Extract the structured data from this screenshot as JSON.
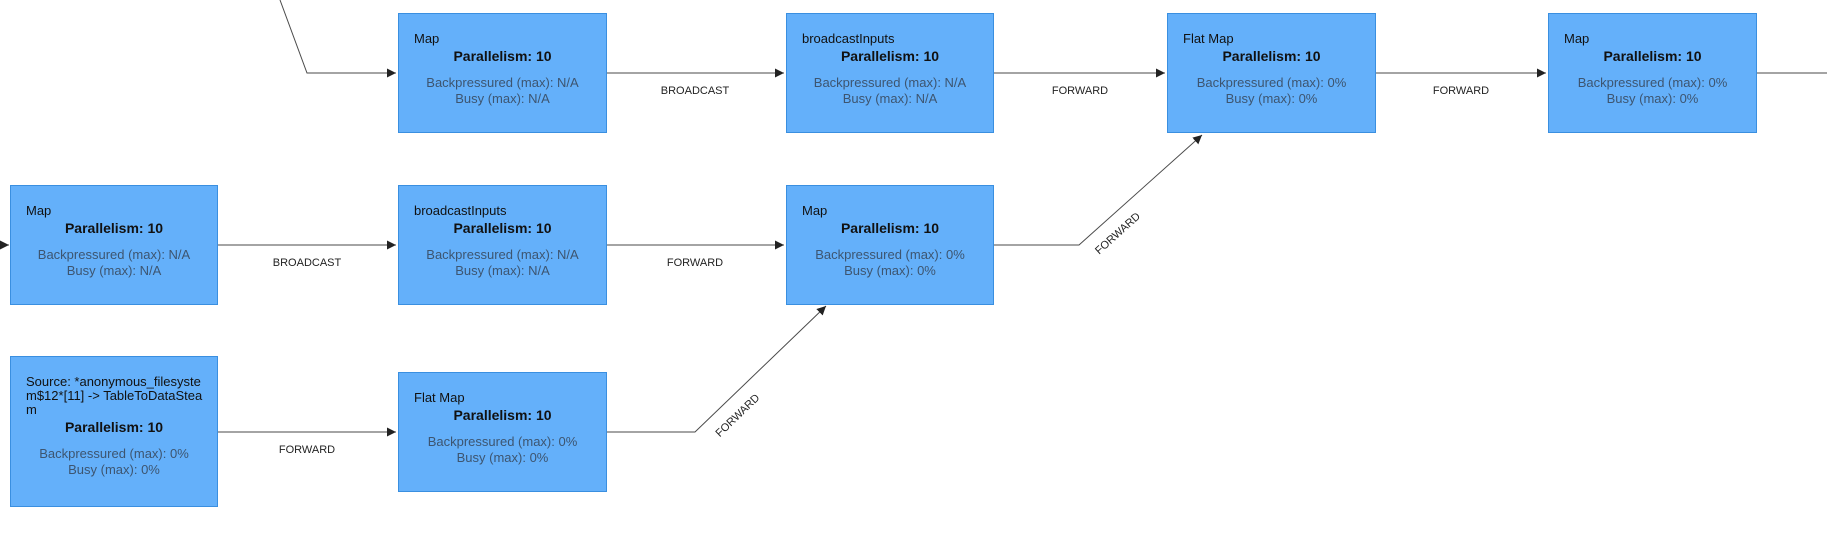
{
  "graph": {
    "background": "#ffffff",
    "node_fill": "#64b0fa",
    "node_border": "#3a8fe0",
    "edge_color": "#4a4a4a",
    "nodes": [
      {
        "id": "n1",
        "title": "Map",
        "parallelism": "Parallelism: 10",
        "backpressured": "Backpressured (max): N/A",
        "busy": "Busy (max): N/A"
      },
      {
        "id": "n2",
        "title": "broadcastInputs",
        "parallelism": "Parallelism: 10",
        "backpressured": "Backpressured (max): N/A",
        "busy": "Busy (max): N/A"
      },
      {
        "id": "n3",
        "title": "Flat Map",
        "parallelism": "Parallelism: 10",
        "backpressured": "Backpressured (max): 0%",
        "busy": "Busy (max): 0%"
      },
      {
        "id": "n4",
        "title": "Map",
        "parallelism": "Parallelism: 10",
        "backpressured": "Backpressured (max): 0%",
        "busy": "Busy (max): 0%"
      },
      {
        "id": "n5",
        "title": "Map",
        "parallelism": "Parallelism: 10",
        "backpressured": "Backpressured (max): N/A",
        "busy": "Busy (max): N/A"
      },
      {
        "id": "n6",
        "title": "broadcastInputs",
        "parallelism": "Parallelism: 10",
        "backpressured": "Backpressured (max): N/A",
        "busy": "Busy (max): N/A"
      },
      {
        "id": "n7",
        "title": "Map",
        "parallelism": "Parallelism: 10",
        "backpressured": "Backpressured (max): 0%",
        "busy": "Busy (max): 0%"
      },
      {
        "id": "n8",
        "title": "Source: *anonymous_filesystem$12*[11] -> TableToDataSteam",
        "parallelism": "Parallelism: 10",
        "backpressured": "Backpressured (max): 0%",
        "busy": "Busy (max): 0%"
      },
      {
        "id": "n9",
        "title": "Flat Map",
        "parallelism": "Parallelism: 10",
        "backpressured": "Backpressured (max): 0%",
        "busy": "Busy (max): 0%"
      }
    ],
    "edges": [
      {
        "id": "e0",
        "label": ""
      },
      {
        "id": "e1",
        "label": "BROADCAST"
      },
      {
        "id": "e2",
        "label": "FORWARD"
      },
      {
        "id": "e3",
        "label": "FORWARD"
      },
      {
        "id": "e4",
        "label": ""
      },
      {
        "id": "e5",
        "label": ""
      },
      {
        "id": "e6",
        "label": "BROADCAST"
      },
      {
        "id": "e7",
        "label": "FORWARD"
      },
      {
        "id": "e8",
        "label": "FORWARD"
      },
      {
        "id": "e9",
        "label": "FORWARD"
      },
      {
        "id": "e10",
        "label": "FORWARD"
      }
    ]
  }
}
